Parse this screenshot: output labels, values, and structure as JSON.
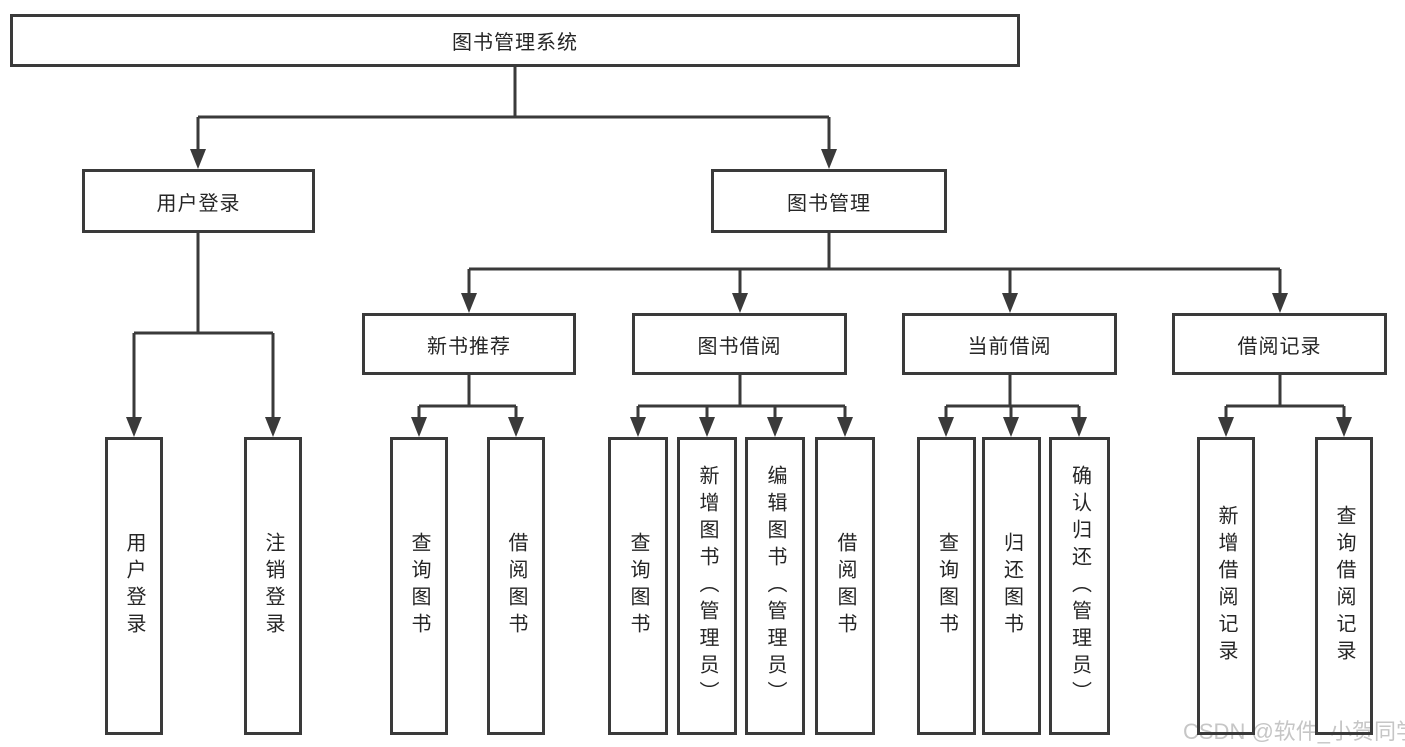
{
  "root": {
    "label": "图书管理系统"
  },
  "level2": [
    {
      "label": "用户登录"
    },
    {
      "label": "图书管理"
    }
  ],
  "level3": [
    {
      "label": "新书推荐"
    },
    {
      "label": "图书借阅"
    },
    {
      "label": "当前借阅"
    },
    {
      "label": "借阅记录"
    }
  ],
  "leaves": {
    "login": [
      {
        "label": "用户登录"
      },
      {
        "label": "注销登录"
      }
    ],
    "newbook": [
      {
        "label": "查询图书"
      },
      {
        "label": "借阅图书"
      }
    ],
    "borrow": [
      {
        "label": "查询图书"
      },
      {
        "label": "新增图书（管理员）"
      },
      {
        "label": "编辑图书（管理员）"
      },
      {
        "label": "借阅图书"
      }
    ],
    "current": [
      {
        "label": "查询图书"
      },
      {
        "label": "归还图书"
      },
      {
        "label": "确认归还（管理员）"
      }
    ],
    "records": [
      {
        "label": "新增借阅记录"
      },
      {
        "label": "查询借阅记录"
      }
    ]
  },
  "watermark": {
    "text": "CSDN @软件_小贺同学"
  },
  "colors": {
    "line": "#3a3a3a",
    "text": "#262626",
    "watermark": "#c6c6c6",
    "background": "#ffffff"
  }
}
